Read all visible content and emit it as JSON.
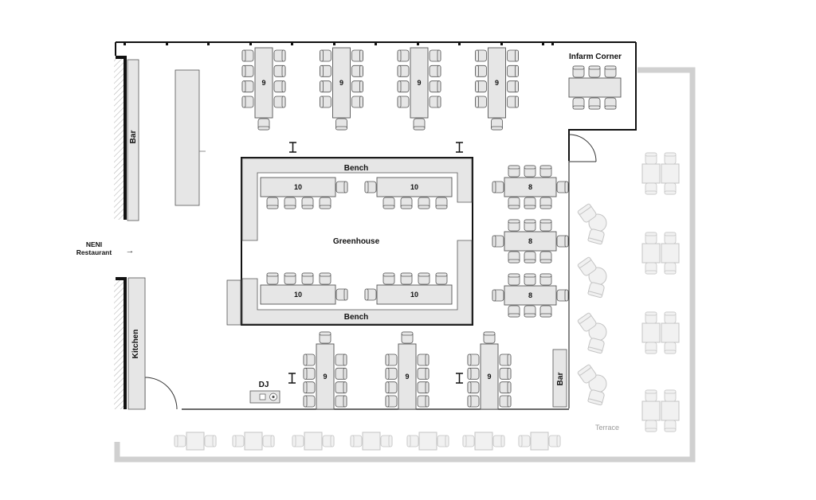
{
  "labels": {
    "bar_left": "Bar",
    "kitchen": "Kitchen",
    "entrance_line1": "NENI",
    "entrance_line2": "Restaurant",
    "arrow": "→",
    "greenhouse": "Greenhouse",
    "bench_top": "Bench",
    "bench_bottom": "Bench",
    "infarm_corner": "Infarm Corner",
    "dj": "DJ",
    "bar_right": "Bar",
    "terrace": "Terrace"
  },
  "tables": {
    "top_row": [
      "9",
      "9",
      "9",
      "9"
    ],
    "greenhouse": [
      "10",
      "10",
      "10",
      "10"
    ],
    "right_column": [
      "8",
      "8",
      "8"
    ],
    "bottom_row": [
      "9",
      "9",
      "9"
    ]
  },
  "colors": {
    "wall": "#111111",
    "outer_wall": "#d0d0d0",
    "furniture_fill": "#e6e6e6",
    "furniture_stroke": "#555555",
    "terrace_furniture": "#f1f1f1",
    "terrace_stroke": "#c4c4c4"
  }
}
